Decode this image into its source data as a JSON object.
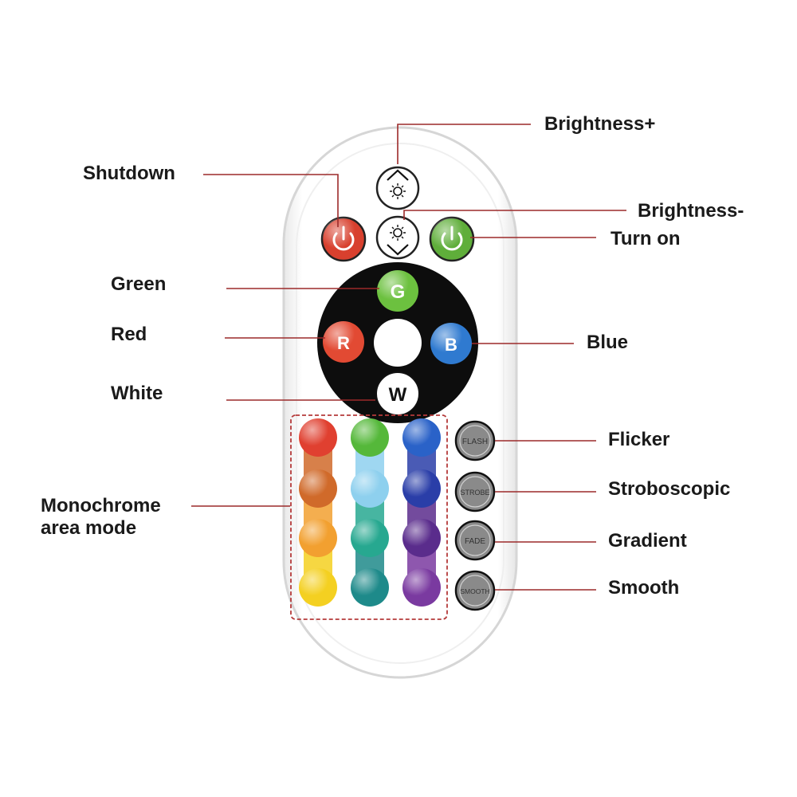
{
  "callouts": {
    "brightness_up": "Brightness+",
    "shutdown": "Shutdown",
    "brightness_down": "Brightness-",
    "turn_on": "Turn on",
    "green": "Green",
    "red": "Red",
    "blue": "Blue",
    "white": "White",
    "flicker": "Flicker",
    "monochrome": "Monochrome area mode",
    "stroboscopic": "Stroboscopic",
    "gradient": "Gradient",
    "smooth": "Smooth"
  },
  "buttons": {
    "green_letter": "G",
    "red_letter": "R",
    "blue_letter": "B",
    "white_letter": "W",
    "flash": "FLASH",
    "strobe": "STROBE",
    "fade": "FADE",
    "smooth": "SMOOTH"
  },
  "colors": {
    "leader_line": "#9c2a2a",
    "power_off": "#d8402e",
    "power_on": "#5fae3a",
    "rgb_green": "#6cc13f",
    "rgb_red": "#e24a33",
    "rgb_blue": "#2f7ad0",
    "wheel_background": "#0d0d0d",
    "mode_button": "#8a8a8a"
  },
  "color_grid": [
    [
      "#e04030",
      "#55b83a",
      "#2a62c8"
    ],
    [
      "#d06a2a",
      "#8ed0ee",
      "#2a3ea8"
    ],
    [
      "#f2a030",
      "#27a890",
      "#5a2c8c"
    ],
    [
      "#f4d021",
      "#1e8a8a",
      "#7a3aa0"
    ]
  ],
  "icons": {
    "power_off": "power-icon",
    "power_on": "power-icon",
    "brightness_up": "sun-chevron-up-icon",
    "brightness_down": "sun-chevron-down-icon"
  }
}
